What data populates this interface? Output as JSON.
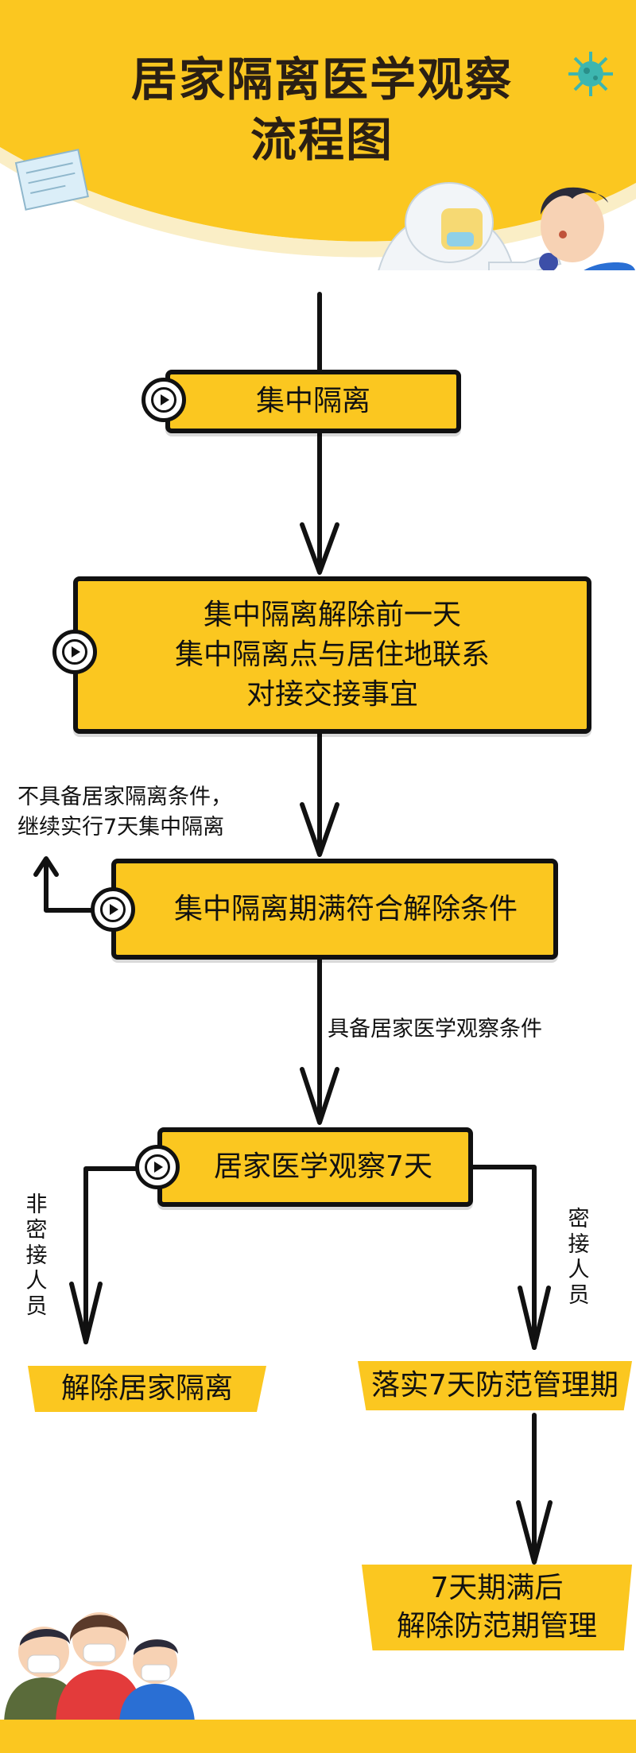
{
  "header": {
    "title_line1": "居家隔离医学观察",
    "title_line2": "流程图"
  },
  "steps": {
    "step1": "集中隔离",
    "step2": "集中隔离解除前一天\n集中隔离点与居住地联系\n对接交接事宜",
    "step3": "集中隔离期满符合解除条件",
    "step4": "居家医学观察7天"
  },
  "notes": {
    "not_eligible": "不具备居家隔离条件，\n继续实行7天集中隔离",
    "eligible": "具备居家医学观察条件",
    "non_close_contact": "非\n密\n接\n人\n员",
    "close_contact": "密\n接\n人\n员"
  },
  "outcomes": {
    "release_home": "解除居家隔离",
    "prevention_period": "落实7天防范管理期",
    "release_prevention": "7天期满后\n解除防范期管理"
  },
  "colors": {
    "yellow": "#fbc720",
    "dark": "#111111"
  }
}
